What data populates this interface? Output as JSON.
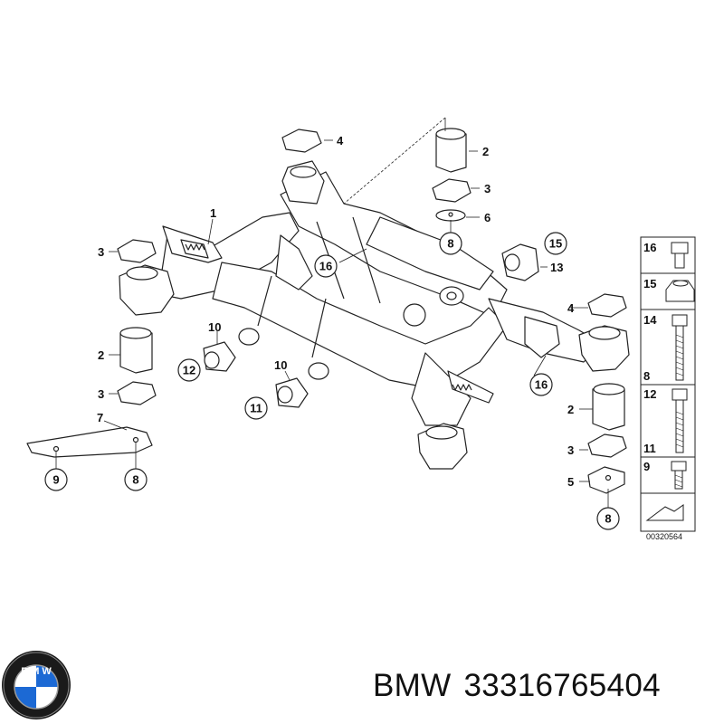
{
  "diagram": {
    "drawing_number": "00320564",
    "part_labels": {
      "l1": "1",
      "l2a": "2",
      "l2b": "2",
      "l2c": "2",
      "l3a": "3",
      "l3b": "3",
      "l3c": "3",
      "l3d": "3",
      "l4a": "4",
      "l4b": "4",
      "l5": "5",
      "l6": "6",
      "l7": "7",
      "l10a": "10",
      "l10b": "10",
      "l13": "13"
    },
    "circle_labels": {
      "c8a": "8",
      "c8b": "8",
      "c8c": "8",
      "c9": "9",
      "c11": "11",
      "c12": "12",
      "c15": "15",
      "c16a": "16",
      "c16b": "16"
    },
    "side_panel": [
      "16",
      "15",
      "14",
      "8",
      "12",
      "11",
      "9"
    ]
  },
  "caption": {
    "brand": "BMW",
    "part_number": "33316765404"
  },
  "colors": {
    "line": "#222222",
    "fill": "#ffffff",
    "logo_blue": "#1c69d4"
  }
}
